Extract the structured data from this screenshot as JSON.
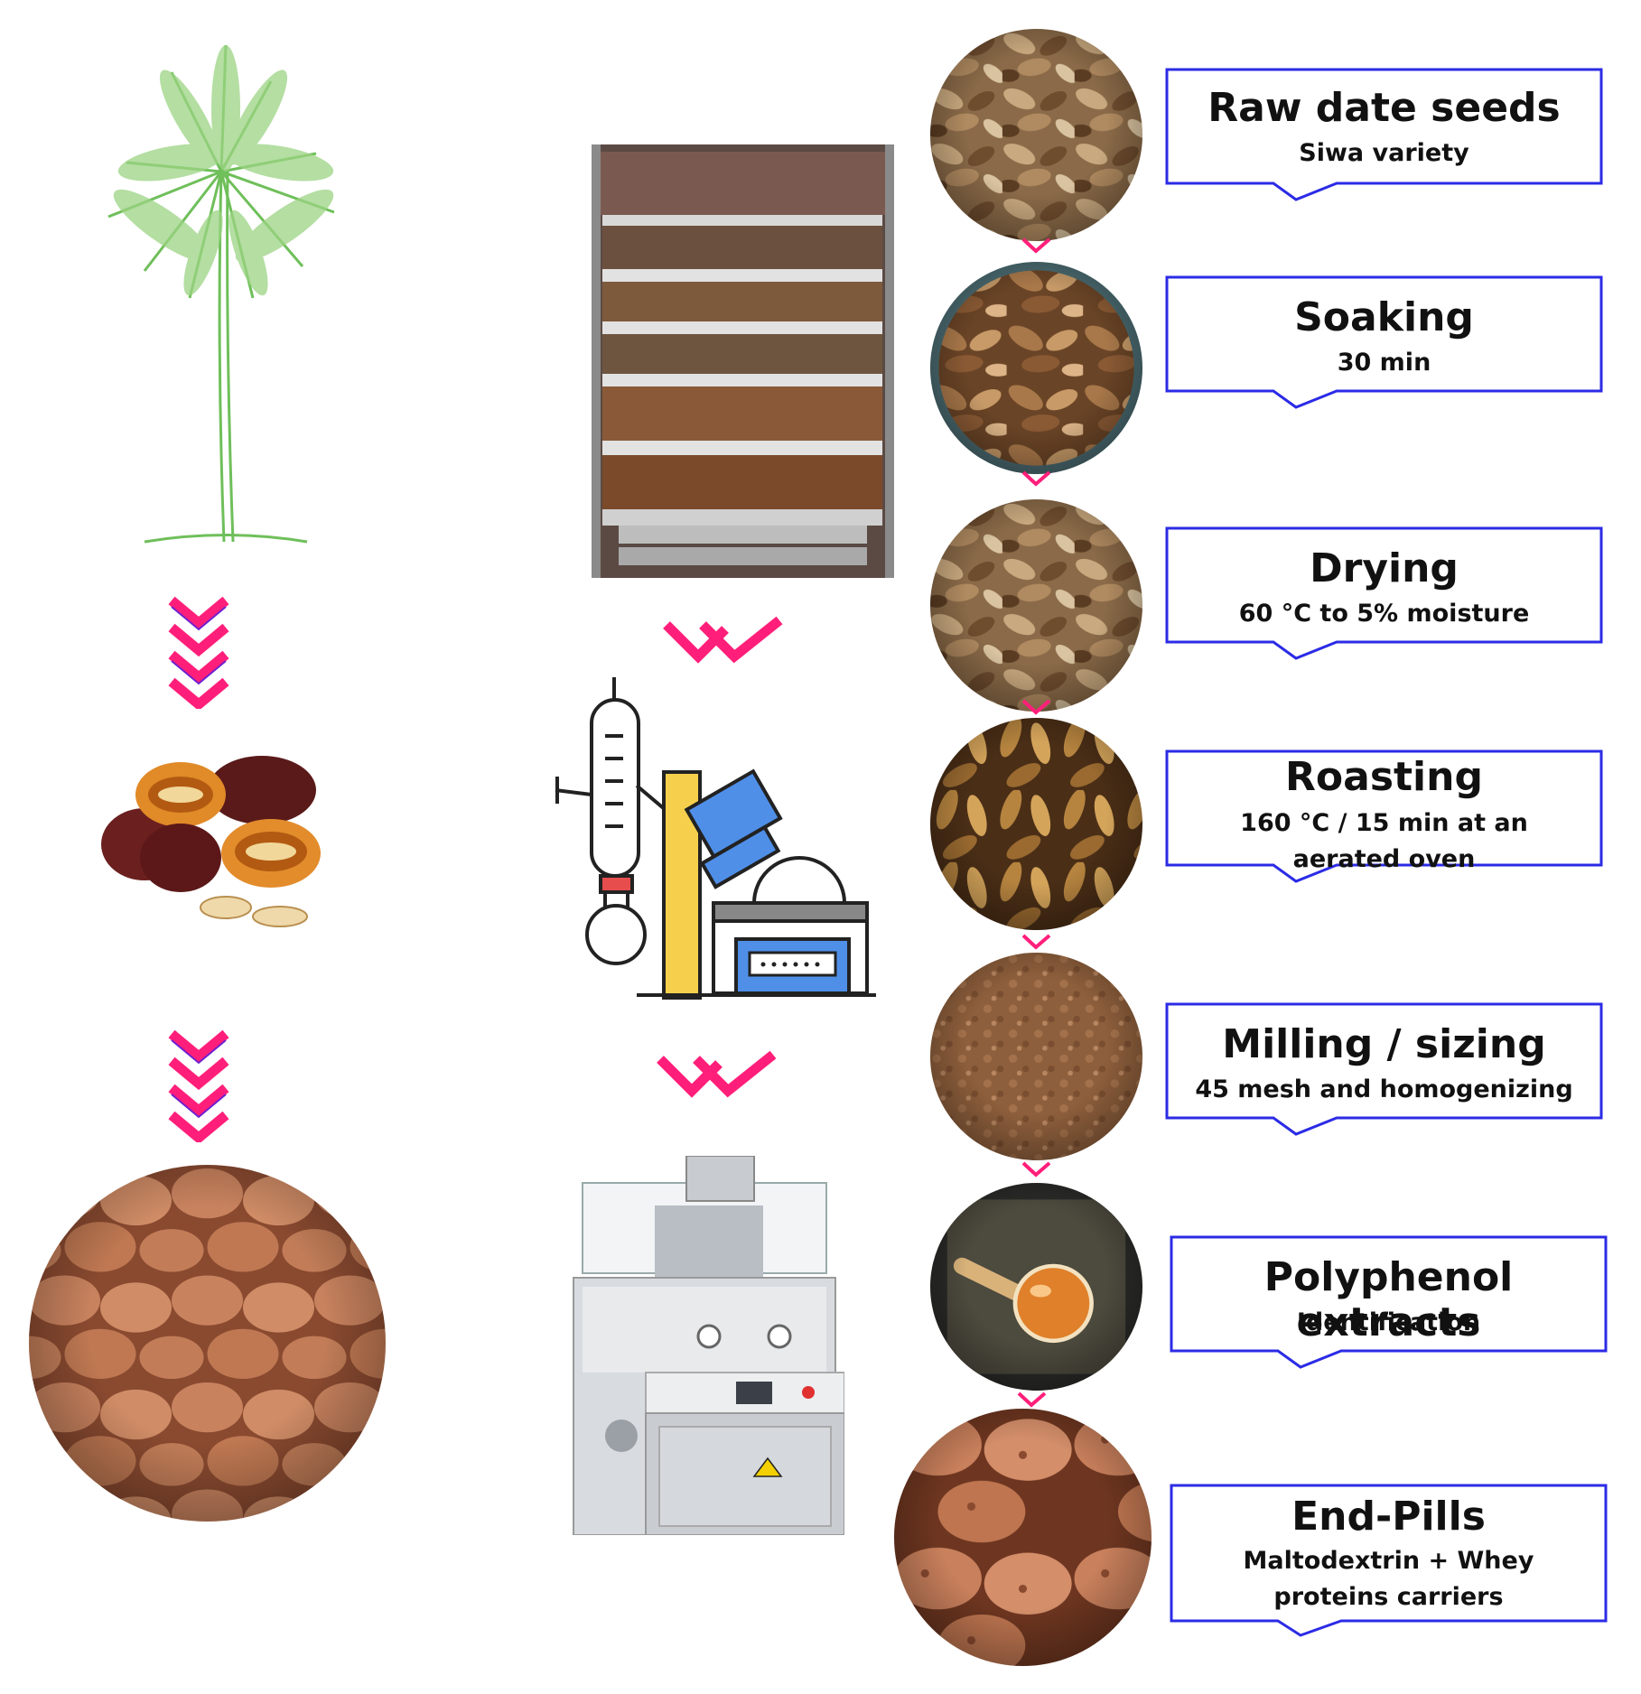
{
  "colors": {
    "box_border": "#2b2be6",
    "chevron_pink": "#ff1f7a",
    "chevron_purple": "#6f1fd0",
    "palm_green": "#6fbf5a"
  },
  "icons": {
    "palm_tree": "palm-tree-icon",
    "dates": "dates-fruit-icon",
    "rotary_evaporator": "rotary-evaporator-icon",
    "tablet_press": "tablet-press-machine-icon",
    "drying_oven": "drying-oven-trays-icon"
  },
  "steps": [
    {
      "title": "Raw date seeds",
      "subtitle": "Siwa variety"
    },
    {
      "title": "Soaking",
      "subtitle": "30 min"
    },
    {
      "title": "Drying",
      "subtitle": "60 °C to 5% moisture"
    },
    {
      "title": "Roasting",
      "subtitle": "160 °C / 15 min at an aerated oven"
    },
    {
      "title": "Milling / sizing",
      "subtitle": "45 mesh and homogenizing"
    },
    {
      "title": "Polyphenol extracts",
      "subtitle": "Identification"
    },
    {
      "title": "End-Pills",
      "subtitle": "Maltodextrin + Whey proteins carriers"
    }
  ]
}
